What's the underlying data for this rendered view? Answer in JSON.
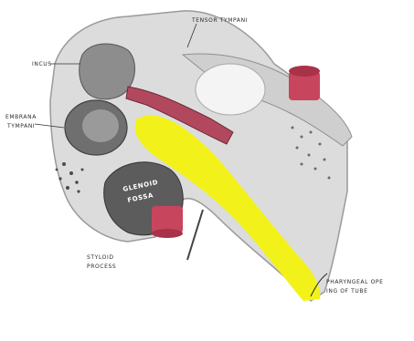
{
  "labels": {
    "tensor_tympani": "TENSOR TYMPANI",
    "incus": "INCUS",
    "membrana_line1": "EMBRANA",
    "membrana_line2": "TYMPANI",
    "glenoid_line1": "GLENOID",
    "glenoid_line2": "FOSSA",
    "styloid_line1": "STYLOID",
    "styloid_line2": "PROCESS",
    "pharyngeal_line1": "PHARYNGEAL OPE",
    "pharyngeal_line2": "ING OF TUBE"
  },
  "colors": {
    "tube_highlight": "#f2f21a",
    "vessel": "#c8455e",
    "bone": "#d9d9d9",
    "shadow": "#7d7d7d"
  }
}
